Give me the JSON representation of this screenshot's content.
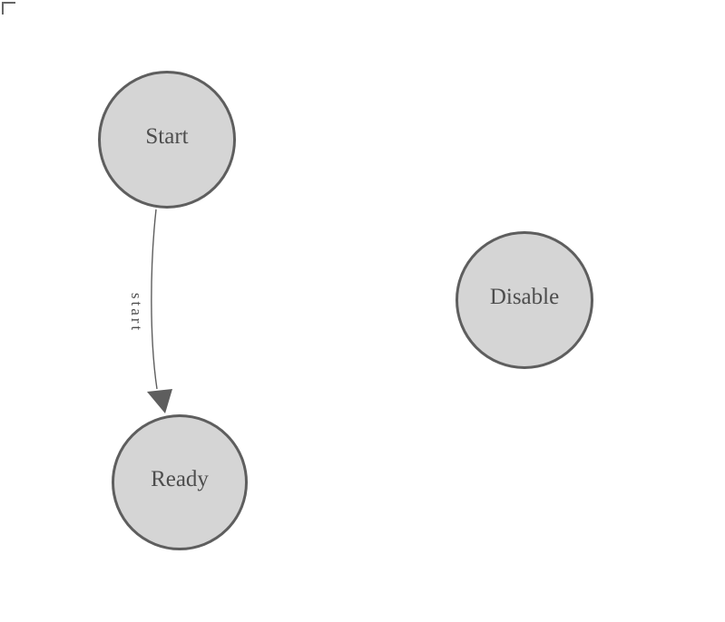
{
  "diagram": {
    "colors": {
      "background": "#ffffff",
      "node_fill": "#d5d5d5",
      "node_stroke": "#5e5e5e",
      "edge_stroke": "#5e5e5e",
      "text": "#4d4d4d"
    },
    "nodes": [
      {
        "id": "start",
        "label": "Start"
      },
      {
        "id": "ready",
        "label": "Ready"
      },
      {
        "id": "disable",
        "label": "Disable"
      }
    ],
    "edges": [
      {
        "source": "start",
        "target": "ready",
        "label": "start"
      }
    ]
  }
}
